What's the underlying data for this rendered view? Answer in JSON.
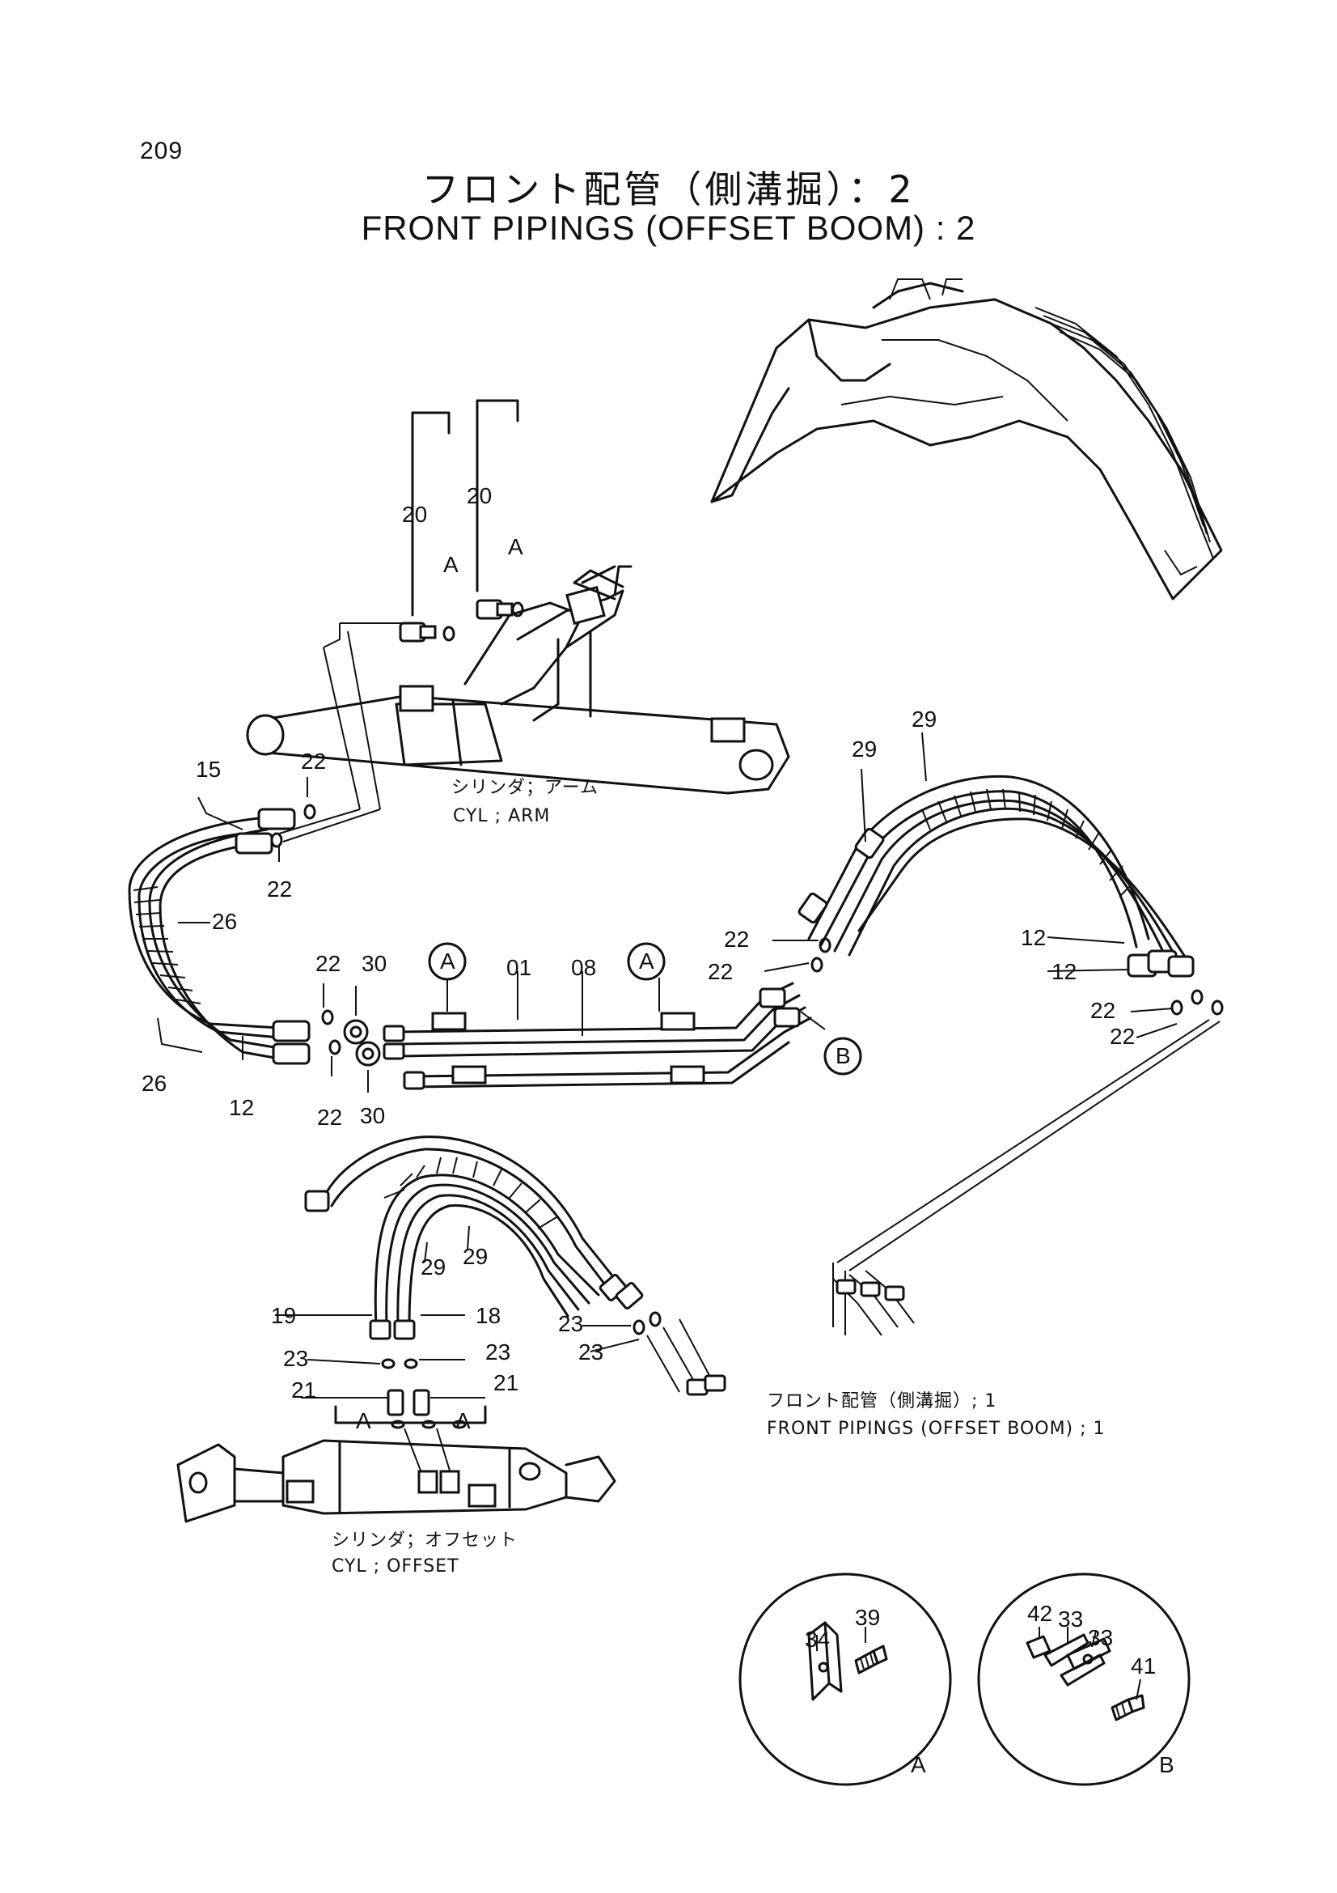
{
  "page_number": "209",
  "title_jp": "フロント配管（側溝掘）：2",
  "title_en": "FRONT PIPINGS (OFFSET BOOM) : 2",
  "captions": {
    "cyl_arm_jp": "シリンダ；アーム",
    "cyl_arm_en": "CYL ; ARM",
    "cyl_offset_jp": "シリンダ；オフセット",
    "cyl_offset_en": "CYL ; OFFSET",
    "ref_jp": "フロント配管（側溝掘）; 1",
    "ref_en": "FRONT PIPINGS (OFFSET BOOM) ; 1"
  },
  "callouts": {
    "c20a": "20",
    "c20b": "20",
    "cA1": "A",
    "cA2": "A",
    "c15": "15",
    "c22a": "22",
    "c22b": "22",
    "c26a": "26",
    "c26b": "26",
    "c12a": "12",
    "c22c": "22",
    "c30a": "30",
    "c22d": "22",
    "c30b": "30",
    "c01": "01",
    "c08": "08",
    "circA1": "A",
    "circA2": "A",
    "circB": "B",
    "c29a": "29",
    "c29b": "29",
    "c22e": "22",
    "c22f": "22",
    "c12b": "12",
    "c12c": "12",
    "c22g": "22",
    "c22h": "22",
    "c29c": "29",
    "c29d": "29",
    "c19": "19",
    "c18": "18",
    "c23a": "23",
    "c23b": "23",
    "c21a": "21",
    "c21b": "21",
    "cA3": "A",
    "cA4": "A",
    "c23c": "23",
    "c23d": "23",
    "c34": "34",
    "c39": "39",
    "detailA": "A",
    "c42": "42",
    "c33a": "33",
    "c33b": "33",
    "c41": "41",
    "detailB": "B"
  }
}
